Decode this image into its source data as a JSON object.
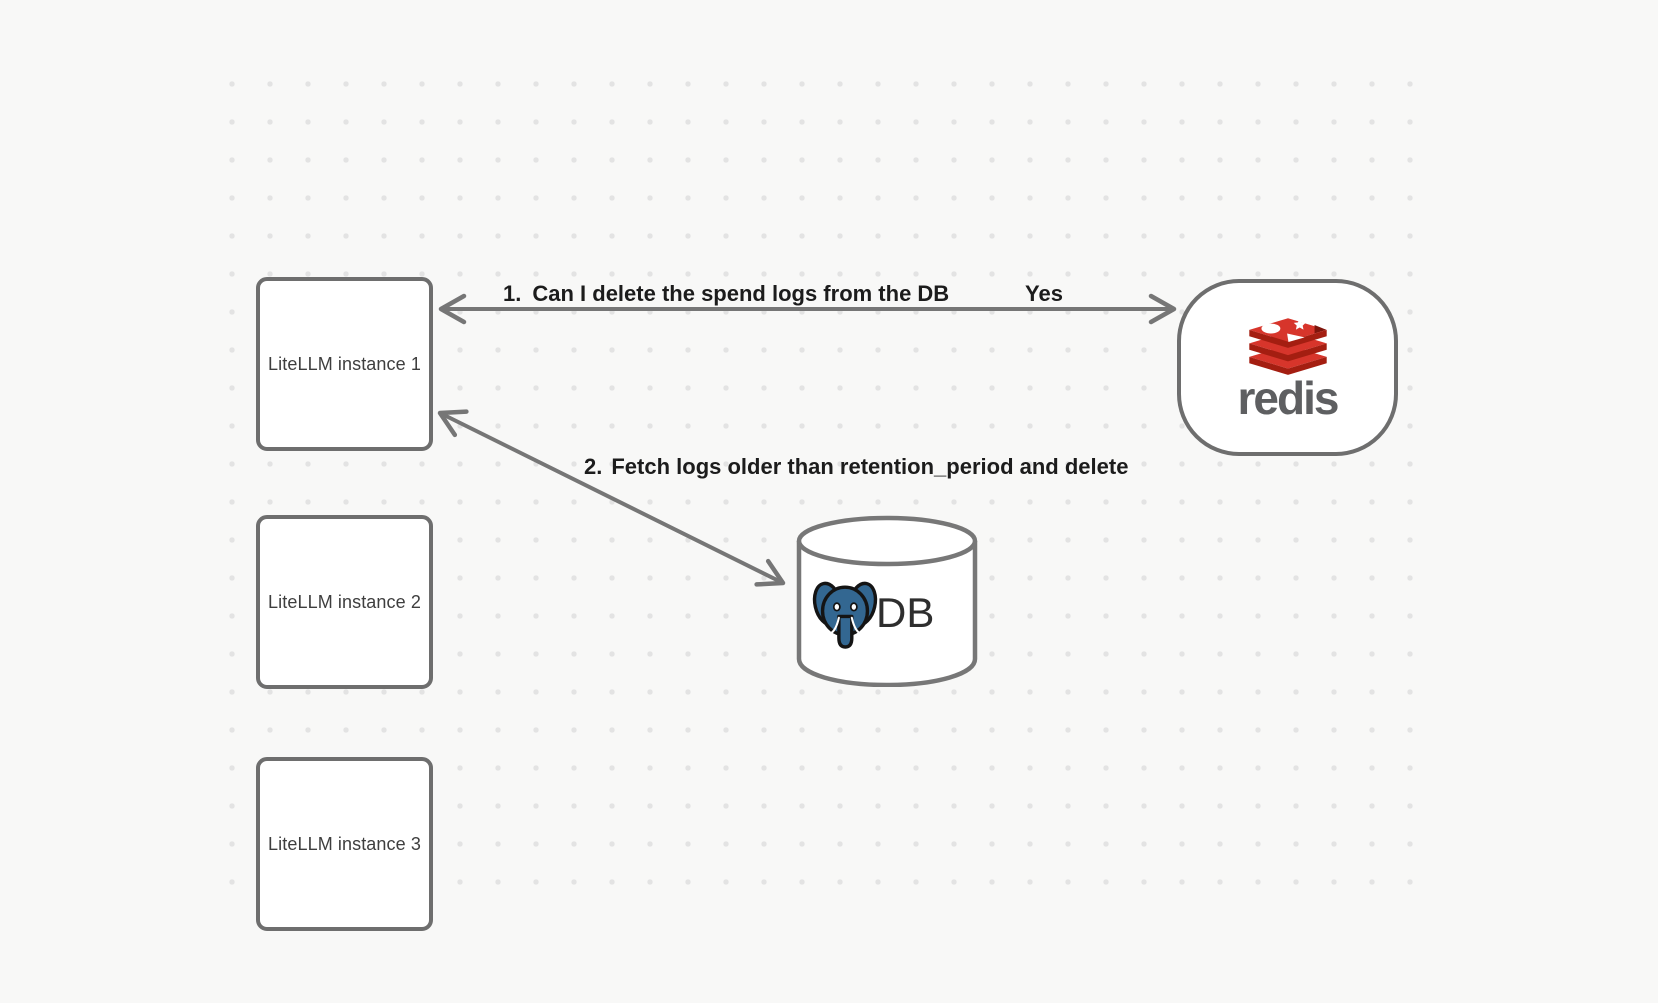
{
  "canvas": {
    "background_color": "#f8f8f7",
    "dot_color": "#e3e3e3",
    "stroke_color": "#6e6e6e",
    "arrow_color": "#767676"
  },
  "nodes": {
    "litellm_instances": [
      {
        "label": "LiteLLM instance 1"
      },
      {
        "label": "LiteLLM instance 2"
      },
      {
        "label": "LiteLLM instance 3"
      }
    ],
    "redis": {
      "label": "redis",
      "logo_icon": "redis-stack-icon",
      "logo_red": "#d7352b",
      "logo_dark_red": "#a41e11",
      "wordmark_color": "#5e5f61"
    },
    "database": {
      "label": "DB",
      "logo_icon": "postgresql-elephant-icon",
      "postgres_blue": "#336791"
    }
  },
  "edges": [
    {
      "number": "1.",
      "label": "Can I delete the spend logs from the DB",
      "answer": "Yes",
      "from": "redis",
      "to": "litellm-instance-1",
      "style": "double-headed-arrow"
    },
    {
      "number": "2.",
      "label": "Fetch logs older than retention_period and delete",
      "from": "litellm-instance-1",
      "to": "database",
      "style": "double-headed-arrow"
    }
  ]
}
